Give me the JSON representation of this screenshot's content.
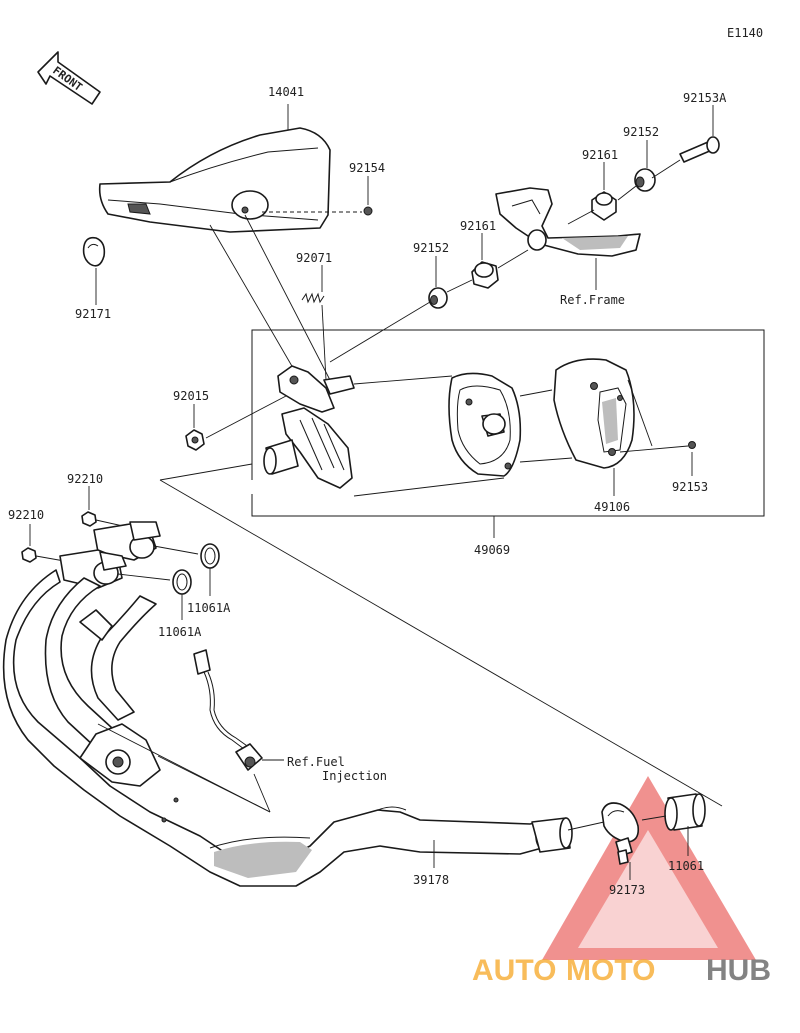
{
  "diagram_code": "E1140",
  "front_label": "FRONT",
  "parts": {
    "p14041": "14041",
    "p92154": "92154",
    "p92171": "92171",
    "p92071": "92071",
    "p92152_left": "92152",
    "p92161_left": "92161",
    "p92161_right": "92161",
    "p92152_right": "92152",
    "p92153A": "92153A",
    "p92015": "92015",
    "p92153": "92153",
    "p49106": "49106",
    "p49069": "49069",
    "p92210_upper": "92210",
    "p92210_lower": "92210",
    "p11061A_upper": "11061A",
    "p11061A_lower": "11061A",
    "p39178": "39178",
    "p92173": "92173",
    "p11061": "11061"
  },
  "references": {
    "frame": "Ref.Frame",
    "fuel_line1": "Ref.Fuel",
    "fuel_line2": "Injection"
  },
  "watermark": {
    "part1": "AUTO",
    "part2": "MOTO",
    "part3": "HUB",
    "color_orange": "#f5a623",
    "color_gray": "#6d6d6d",
    "color_red": "#e53935"
  }
}
